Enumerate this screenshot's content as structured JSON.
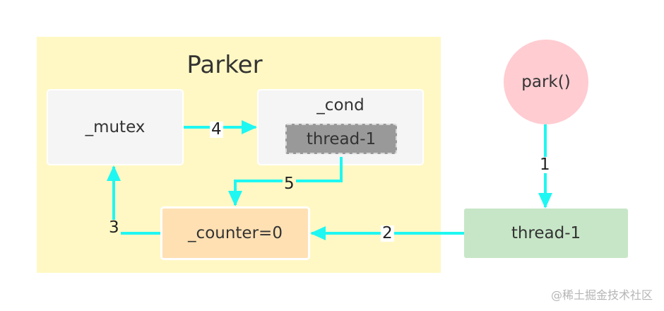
{
  "diagram": {
    "group": {
      "title": "Parker"
    },
    "nodes": {
      "mutex": "_mutex",
      "cond": "_cond",
      "cond_thread": "thread-1",
      "counter": "_counter=0",
      "park": "park()",
      "thread": "thread-1"
    },
    "edges": [
      {
        "label": "1",
        "from": "park()",
        "to": "thread-1"
      },
      {
        "label": "2",
        "from": "thread-1",
        "to": "_counter=0"
      },
      {
        "label": "3",
        "from": "_counter=0",
        "to": "_mutex"
      },
      {
        "label": "4",
        "from": "_mutex",
        "to": "_cond"
      },
      {
        "label": "5",
        "from": "_cond",
        "to": "_counter=0"
      }
    ],
    "colors": {
      "arrow": "#1ff7f2",
      "parker_group": "#fff8c4",
      "park_node": "#ffccd1",
      "thread_node": "#c7e6c7",
      "counter_node": "#ffe0b3",
      "plain_node": "#f5f5f5",
      "cond_thread_node": "#999999"
    }
  },
  "watermark": "@稀土掘金技术社区"
}
